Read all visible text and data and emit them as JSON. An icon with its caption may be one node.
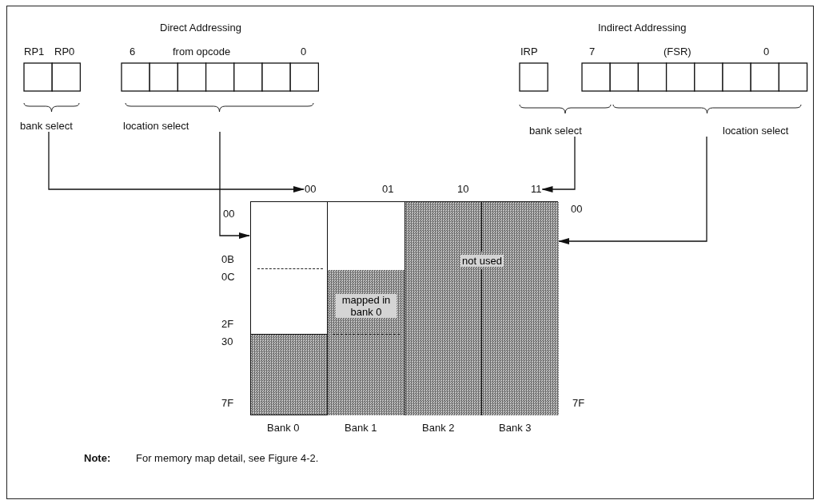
{
  "diagram": {
    "nodes": [
      {
        "text": [
          "bank select"
        ]
      },
      {
        "text": [
          "location select"
        ]
      },
      {
        "text": [
          "bank select"
        ]
      },
      {
        "text": [
          "location select"
        ]
      },
      {
        "text": [
          "00"
        ]
      },
      {
        "text": [
          "11"
        ]
      },
      {
        "text": [],
        "shape": "box"
      },
      {
        "text": [
          "mapped in bank 0"
        ],
        "in": 6
      },
      {
        "text": [
          "not used"
        ],
        "in": 6
      },
      {
        "text": [],
        "shape": "box",
        "in": 6
      }
    ],
    "edges": [
      {
        "from": 0,
        "to": 4,
        "arrow": "to"
      },
      {
        "from": 1,
        "to": 6,
        "arrow": "to"
      },
      {
        "from": 2,
        "to": 5,
        "arrow": "to"
      },
      {
        "from": 3,
        "to": 6,
        "arrow": "to"
      }
    ],
    "labels": [
      "Direct Addressing",
      "RP1",
      "RP0",
      "6",
      "from opcode",
      "0",
      "Indirect Addressing",
      "IRP",
      "7",
      "(FSR)",
      "0",
      "01",
      "10",
      "00",
      "0B",
      "0C",
      "2F",
      "30",
      "7F",
      "00",
      "7F",
      "Bank 0",
      "Bank 1",
      "Bank 2",
      "Bank 3",
      "Note:",
      "For memory map detail, see Figure 4-2."
    ]
  }
}
